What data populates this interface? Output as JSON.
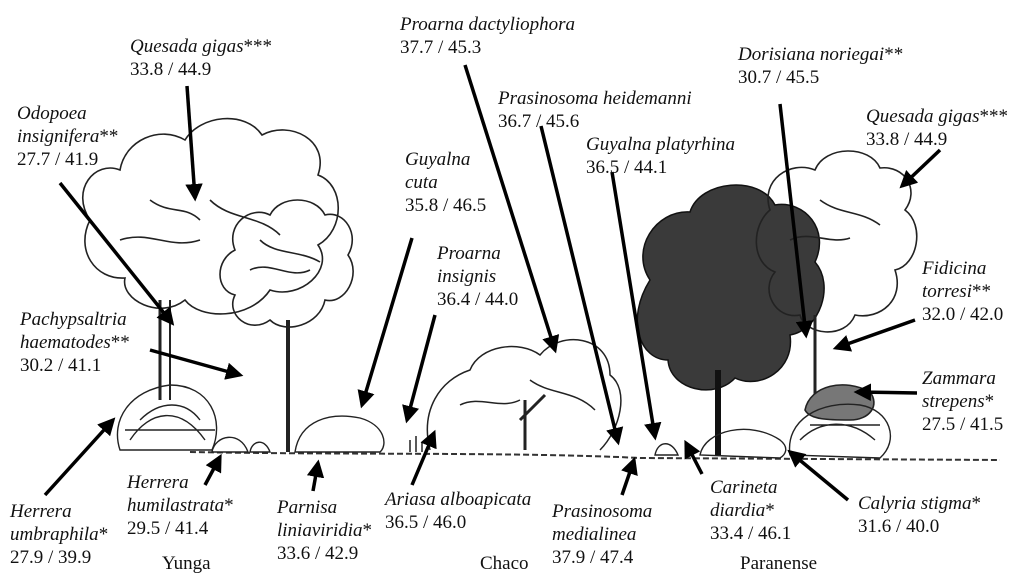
{
  "species": [
    {
      "id": "quesada-gigas-left",
      "name": "Quesada gigas",
      "mark": "***",
      "values": "33.8 / 44.9"
    },
    {
      "id": "odopoea-insignifera",
      "name_lines": [
        "Odopoea",
        "insignifera"
      ],
      "mark": "**",
      "values": "27.7 / 41.9"
    },
    {
      "id": "pachypsaltria-haematodes",
      "name_lines": [
        "Pachypsaltria",
        "haematodes"
      ],
      "mark": "**",
      "values": "30.2 / 41.1"
    },
    {
      "id": "herrera-umbraphila",
      "name_lines": [
        "Herrera",
        "umbraphila"
      ],
      "mark": "*",
      "values": "27.9 / 39.9"
    },
    {
      "id": "herrera-humilastrata",
      "name_lines": [
        "Herrera",
        "humilastrata"
      ],
      "mark": "*",
      "values": "29.5 / 41.4"
    },
    {
      "id": "parnisa-liniaviridia",
      "name_lines": [
        "Parnisa",
        "liniaviridia"
      ],
      "mark": "*",
      "values": "33.6 / 42.9"
    },
    {
      "id": "guyalna-cuta",
      "name_lines": [
        "Guyalna",
        "cuta"
      ],
      "mark": "",
      "values": "35.8 / 46.5"
    },
    {
      "id": "proarna-insignis",
      "name_lines": [
        "Proarna",
        "insignis"
      ],
      "mark": "",
      "values": "36.4 / 44.0"
    },
    {
      "id": "ariasa-alboapicata",
      "name": "Ariasa alboapicata",
      "mark": "",
      "values": "36.5 / 46.0"
    },
    {
      "id": "proarna-dactyliophora",
      "name": "Proarna dactyliophora",
      "mark": "",
      "values": "37.7 / 45.3"
    },
    {
      "id": "prasinosoma-heidemanni",
      "name": "Prasinosoma heidemanni",
      "mark": "",
      "values": "36.7 / 45.6"
    },
    {
      "id": "guyalna-platyrhina",
      "name": "Guyalna platyrhina",
      "mark": "",
      "values": "36.5 / 44.1"
    },
    {
      "id": "prasinosoma-medialinea",
      "name_lines": [
        "Prasinosoma",
        "medialinea"
      ],
      "mark": "",
      "values": "37.9 / 47.4"
    },
    {
      "id": "carineta-diardia",
      "name_lines": [
        "Carineta",
        "diardia"
      ],
      "mark": "*",
      "values": "33.4 / 46.1"
    },
    {
      "id": "dorisiana-noriegai",
      "name": "Dorisiana noriegai",
      "mark": "**",
      "values": "30.7 / 45.5"
    },
    {
      "id": "quesada-gigas-right",
      "name": "Quesada gigas",
      "mark": "***",
      "values": "33.8 / 44.9"
    },
    {
      "id": "fidicina-torresi",
      "name_lines": [
        "Fidicina",
        "torresi"
      ],
      "mark": "**",
      "values": "32.0 / 42.0"
    },
    {
      "id": "zammara-strepens",
      "name_lines": [
        "Zammara",
        "strepens"
      ],
      "mark": "*",
      "values": "27.5 / 41.5"
    },
    {
      "id": "calyria-stigma",
      "name": "Calyria stigma",
      "mark": "*",
      "values": "31.6 / 40.0"
    }
  ],
  "regions": {
    "yunga": "Yunga",
    "chaco": "Chaco",
    "paranense": "Paranense"
  }
}
